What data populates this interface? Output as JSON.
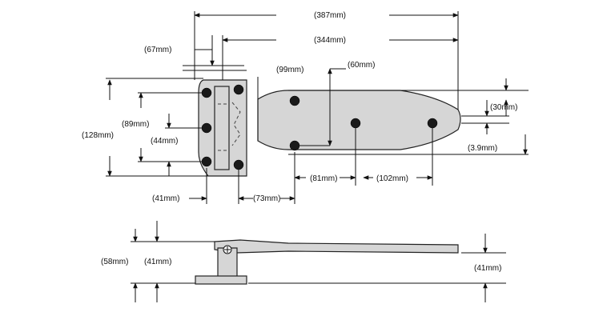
{
  "diagram": {
    "top_view_labels": {
      "overall_length": "(387mm)",
      "blade_length": "(344mm)",
      "barrel_offset": "(67mm)",
      "blade_width": "(99mm)",
      "hole_row_spacing": "(60mm)",
      "flag_height": "(128mm)",
      "flag_hole_spacing": "(89mm)",
      "knuckle_height": "(44mm)",
      "tip_width": "(30mm)",
      "tip_offset": "(3.9mm)",
      "hole_spacing_1": "(81mm)",
      "hole_spacing_2": "(102mm)",
      "flag_width": "(41mm)",
      "flag_to_hole": "(73mm)"
    },
    "side_view_labels": {
      "total_height": "(58mm)",
      "base_height": "(41mm)",
      "blade_offset": "(41mm)"
    },
    "colors": {
      "line": "#111111",
      "part_fill": "#d6d6d6",
      "hole": "#1a1a1a"
    }
  }
}
